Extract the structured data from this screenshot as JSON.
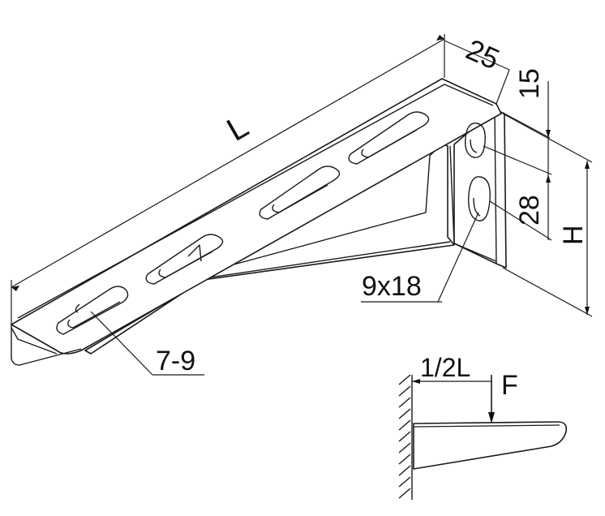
{
  "drawing": {
    "label_length": "L",
    "label_width": "25",
    "label_top_offset": "15",
    "label_hole_spacing": "28",
    "label_height": "H",
    "label_wall_slot": "9x18",
    "label_arm_slot": "7-9",
    "label_load_position": "1/2L",
    "label_force": "F"
  }
}
